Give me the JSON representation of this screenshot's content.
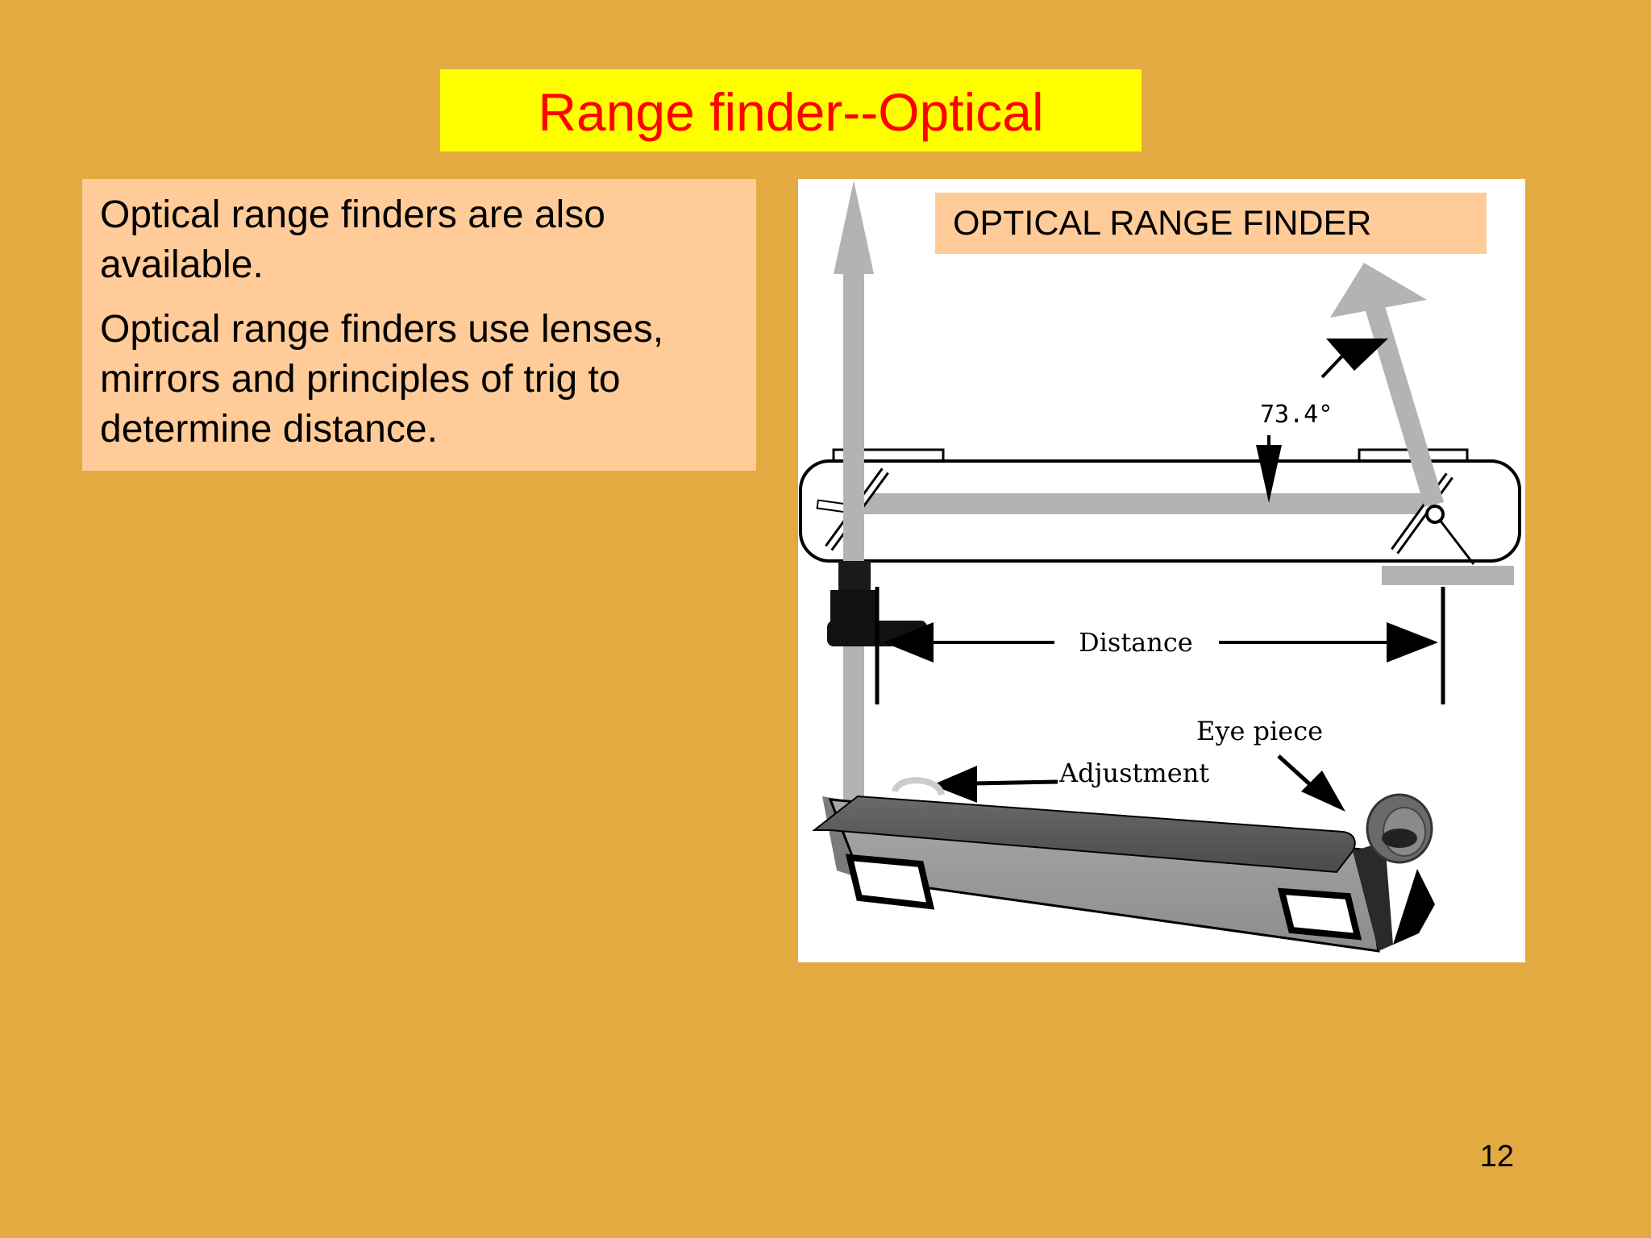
{
  "slide": {
    "title": "Range finder--Optical",
    "paragraphs": [
      "Optical range finders are also available.",
      "Optical range finders use lenses, mirrors and principles of trig to determine distance."
    ],
    "page_number": "12"
  },
  "figure": {
    "label": "OPTICAL RANGE FINDER",
    "angle_label": "73.4°",
    "distance_label": "Distance",
    "eye_piece_label": "Eye piece",
    "adjustment_label": "Adjustment"
  },
  "colors": {
    "background": "#E2AA40",
    "title_box": "#FFFF00",
    "title_text": "#FF0000",
    "text_box": "#FFCC99",
    "figure_background": "#FFFFFF",
    "beam": "#B3B3B3"
  }
}
